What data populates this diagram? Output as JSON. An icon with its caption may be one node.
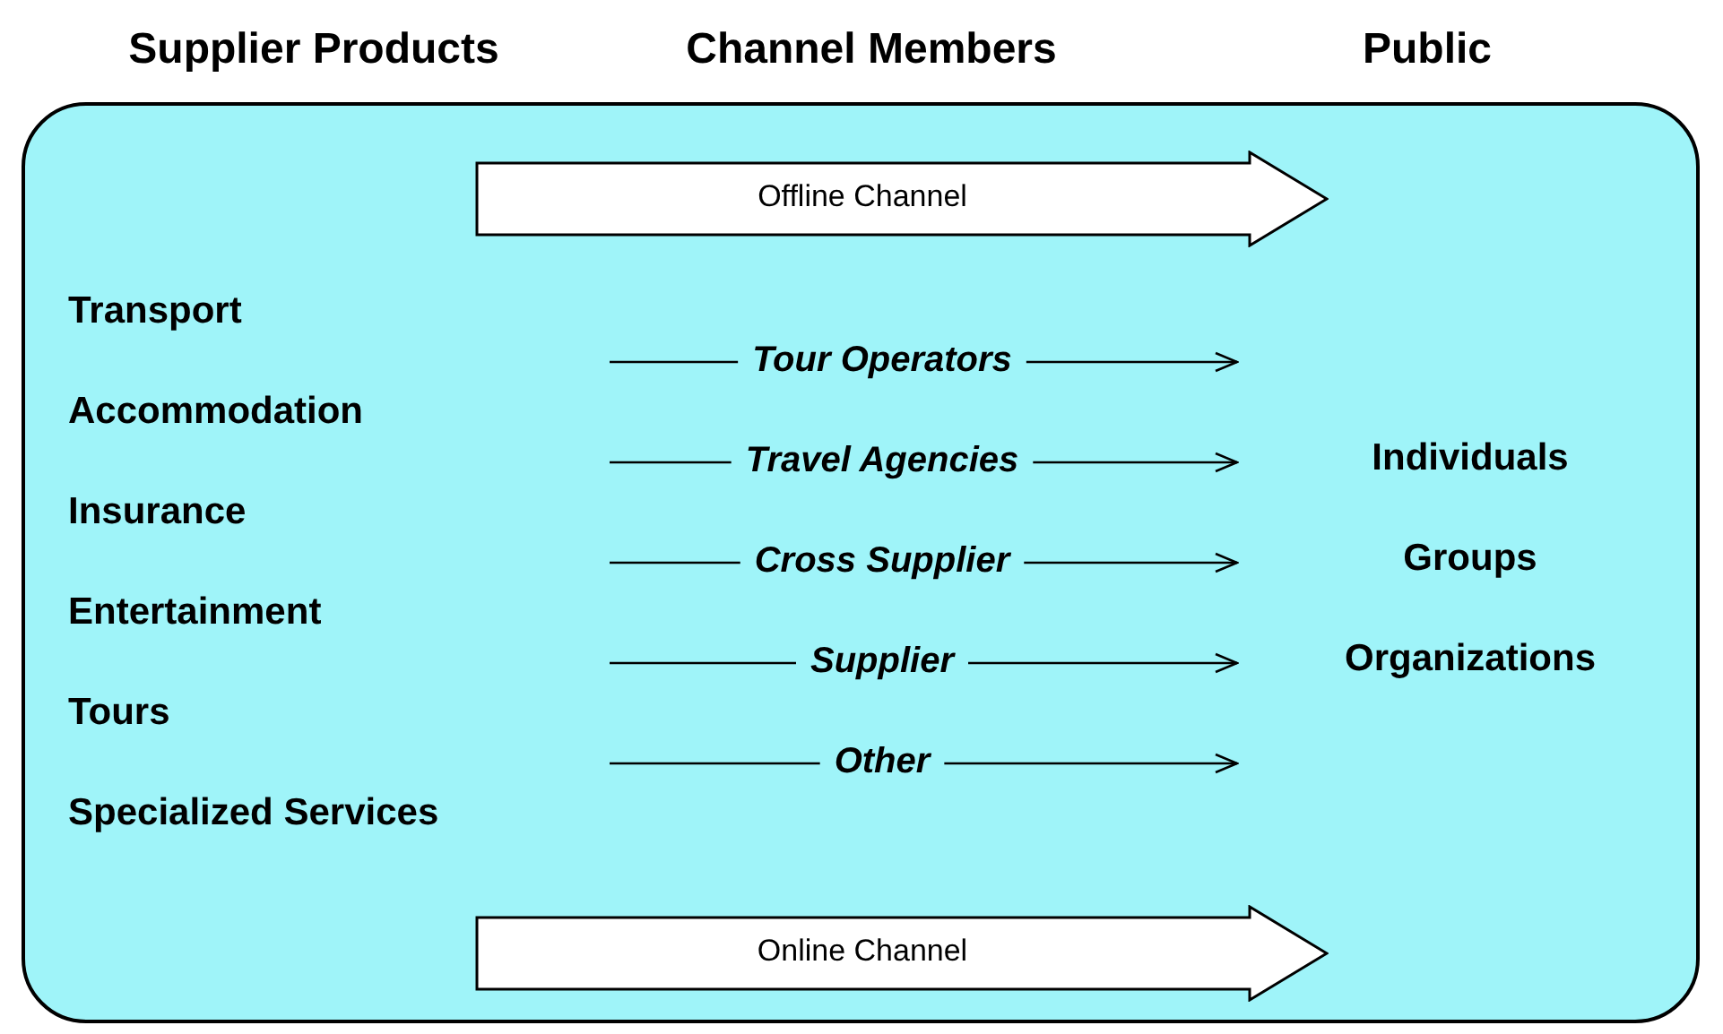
{
  "diagram": {
    "nodes": [
      {
        "text": [],
        "shape": "box"
      },
      {
        "text": [
          "Offline Channel"
        ],
        "in": 0
      },
      {
        "text": [
          "Tour Operators"
        ],
        "in": 0
      },
      {
        "text": [
          "Travel Agencies"
        ],
        "in": 0
      },
      {
        "text": [
          "Cross Supplier"
        ],
        "in": 0
      },
      {
        "text": [
          "Supplier"
        ],
        "in": 0
      },
      {
        "text": [
          "Other"
        ],
        "in": 0
      },
      {
        "text": [
          "Online Channel"
        ],
        "in": 0
      }
    ],
    "edges": [
      {
        "from": null,
        "to": 2,
        "arrow": "none"
      },
      {
        "from": 2,
        "to": null,
        "arrow": "to"
      },
      {
        "from": null,
        "to": 3,
        "arrow": "none"
      },
      {
        "from": 3,
        "to": null,
        "arrow": "to"
      },
      {
        "from": null,
        "to": 4,
        "arrow": "none"
      },
      {
        "from": 4,
        "to": null,
        "arrow": "to"
      },
      {
        "from": null,
        "to": 5,
        "arrow": "none"
      },
      {
        "from": 5,
        "to": null,
        "arrow": "to"
      },
      {
        "from": null,
        "to": 6,
        "arrow": "none"
      },
      {
        "from": 6,
        "to": null,
        "arrow": "to"
      }
    ],
    "labels": [
      "Supplier Products",
      "Channel Members",
      "Public",
      "Transport",
      "Accommodation",
      "Individuals",
      "Insurance",
      "Groups",
      "Entertainment",
      "Organizations",
      "Tours",
      "Specialized Services"
    ]
  }
}
